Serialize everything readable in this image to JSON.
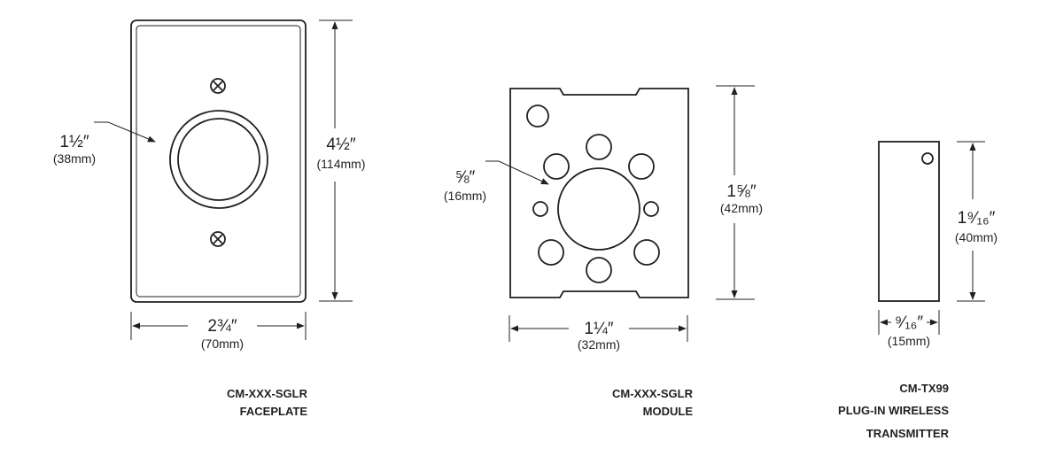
{
  "faceplate": {
    "hole_dim": "1½″",
    "hole_dim_mm": "(38mm)",
    "height_dim": "4½″",
    "height_dim_mm": "(114mm)",
    "width_dim": "2¾″",
    "width_dim_mm": "(70mm)",
    "caption_line1": "CM-XXX-SGLR",
    "caption_line2": "FACEPLATE"
  },
  "module": {
    "hole_dim": "⅝″",
    "hole_dim_mm": "(16mm)",
    "height_dim": "1⅝″",
    "height_dim_mm": "(42mm)",
    "width_dim": "1¼″",
    "width_dim_mm": "(32mm)",
    "caption_line1": "CM-XXX-SGLR",
    "caption_line2": "MODULE"
  },
  "transmitter": {
    "height_dim": "1⁹⁄₁₆″",
    "height_dim_mm": "(40mm)",
    "width_dim": "⁹⁄₁₆″",
    "width_dim_mm": "(15mm)",
    "caption_line1": "CM-TX99",
    "caption_line2": "PLUG-IN WIRELESS",
    "caption_line3": "TRANSMITTER"
  }
}
